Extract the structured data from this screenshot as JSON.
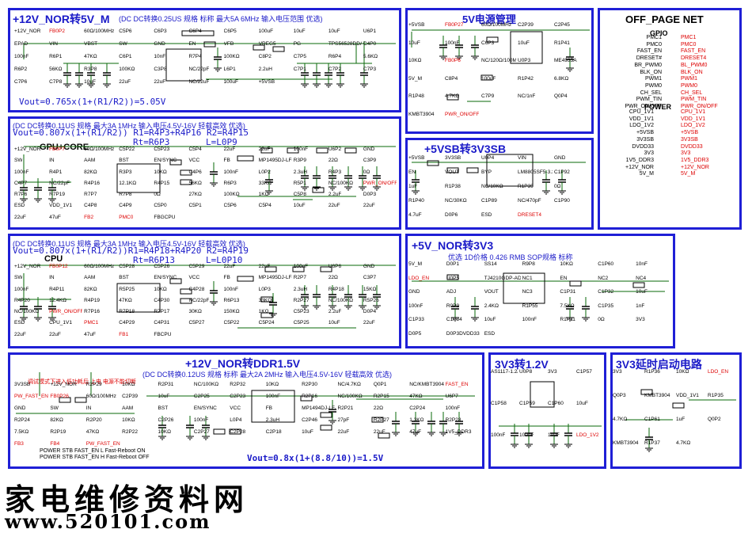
{
  "panel1": {
    "title": "+12V_NOR转5V_M",
    "subtitle": "(DC DC转换0.25US 规格 标称 最大5A 6MHz 输入电压范围 优选)",
    "formula": "Vout=0.765x(1+(R1/R2))=5.05V",
    "refs": [
      "+12V_NOR",
      "FB0P2",
      "60Ω/100MHz",
      "C5P6",
      "C6P3",
      "C6P4",
      "C6P5",
      "100uF",
      "10uF",
      "10uF",
      "U6P1",
      "EPAD",
      "VIN",
      "VBST",
      "SW",
      "GND",
      "EN",
      "VFB",
      "VREG5",
      "PG",
      "TPS56528DDAR",
      "C4P0",
      "100nF",
      "R6P1",
      "47KΩ",
      "C6P1",
      "10nF",
      "R7P4",
      "100KΩ",
      "C8P2",
      "C7P5",
      "R6P4",
      "5.6KΩ",
      "R6P2",
      "56KΩ",
      "R3P8",
      "100KΩ",
      "C3P8",
      "NC/22pF",
      "L6P1",
      "2.2uH",
      "C7P1",
      "C7P2",
      "C7P3",
      "C7P6",
      "C7P8",
      "10uF",
      "22uF",
      "22uF",
      "NC/22uF",
      "100uF",
      "+5VSB"
    ]
  },
  "panel2": {
    "subtitle": "(DC DC转换0.11US 规格 最大3A 1MHz 输入电压4.5V-16V 轻载高效 优选)",
    "formula1": "Vout=0.807x(1+(R1/R2)) R1=R4P3+R4P16 R2=R4P15",
    "formula2": "Rt=R6P3",
    "formula3": "L=L0P9",
    "label": "GPU+CORE",
    "refs": [
      "+12V_NOR",
      "FB0P7",
      "60Ω/100MHz",
      "C5P22",
      "C5P23",
      "C5P4",
      "22uF",
      "22uF",
      "100nF",
      "U6P2",
      "GND",
      "SW",
      "IN",
      "AAM",
      "BST",
      "EN/SYNC",
      "VCC",
      "FB",
      "MP1495DJ-LF-Z",
      "R3P9",
      "22Ω",
      "C3P9",
      "100nF",
      "R4P1",
      "82KΩ",
      "R3P3",
      "10KΩ",
      "C4P6",
      "100nF",
      "L0P2",
      "2.3uH",
      "R4P3",
      "0Ω",
      "C4P7",
      "NC/22pF",
      "R4P16",
      "12.1KΩ",
      "R4P15",
      "56KΩ",
      "R6P3",
      "33KΩ",
      "R5P1",
      "NC/100KΩ",
      "PWR_ON/OFF",
      "R7P6",
      "R7P19",
      "R7P7",
      "R7P8",
      "0Ω",
      "27KΩ",
      "100KΩ",
      "1KΩ",
      "C5P8",
      "2.2uF",
      "D0P3",
      "ESD",
      "VDD_1V1",
      "C4P8",
      "C4P9",
      "C5P0",
      "C5P1",
      "C5P6",
      "C5P4",
      "10uF",
      "22uF",
      "22uF",
      "22uF",
      "47uF",
      "FB2",
      "PMC0",
      "FBGCPU"
    ]
  },
  "panel3": {
    "subtitle": "(DC DC转换0.11US 规格 最大3A 1MHz 输入电压4.5V-16V 轻载高效 优选)",
    "formula1": "Vout=0.807x(1+(R1/R2))R1=R4P18+R4P20 R2=R4P19",
    "formula2": "Rt=R6P13",
    "formula3": "L=L0P10",
    "label": "CPU",
    "refs": [
      "+12V_NOR",
      "FB0P12",
      "60Ω/100MHz",
      "C5P28",
      "C5P26",
      "C5P29",
      "22uF",
      "22uF",
      "100nF",
      "U6P6",
      "GND",
      "SW",
      "IN",
      "AAM",
      "BST",
      "EN/SYNC",
      "VCC",
      "FB",
      "MP1495DJ-LF-Z",
      "R2P7",
      "22Ω",
      "C3P7",
      "100nF",
      "R4P11",
      "82KΩ",
      "R5P25",
      "10KΩ",
      "C4P28",
      "100nF",
      "L0P3",
      "2.3uH",
      "R4P18",
      "15KΩ",
      "R4P20",
      "12.4KΩ",
      "R4P19",
      "47KΩ",
      "C4P30",
      "NC/22pF",
      "R6P13",
      "33KΩ",
      "R2P27",
      "NC/100KΩ",
      "R5P26",
      "NC/100KΩ",
      "PWR_ON/OFF",
      "R7P16",
      "R7P18",
      "R7P17",
      "30KΩ",
      "150KΩ",
      "1KΩ",
      "C5P23",
      "2.2uF",
      "D0P4",
      "ESD",
      "CPU_1V1",
      "PMC1",
      "C4P29",
      "C4P31",
      "C5P27",
      "C5P22",
      "C5P24",
      "C5P25",
      "10uF",
      "22uF",
      "22uF",
      "22uF",
      "47uF",
      "FB1",
      "FBCPU"
    ]
  },
  "panel4": {
    "title": "+12V_NOR转DDR1.5V",
    "subtitle": "(DC DC转换0.12US 规格 标称 最大2A 2MHz 输入电压4.5V-16V 轻载高效 优选)",
    "formula": "Vout=0.8x(1+(8.8/10))=1.5V",
    "note1": "调试模式下进入低功耗后 上电 电源不能切断",
    "note2": "POWER STB FAST_EN L Fast-Reboot ON",
    "note3": "POWER STB FAST_EN H Fast-Reboot OFF",
    "refs": [
      "3V3SB",
      "+12V_NOR",
      "R2P29",
      "10KΩ",
      "R2P31",
      "NC/100KΩ",
      "R2P32",
      "10KΩ",
      "R2P30",
      "NC/4.7KΩ",
      "Q0P1",
      "NC/KMBT3904",
      "FAST_EN",
      "PW_FAST_EN",
      "FB0P26",
      "60Ω/100MHz",
      "C2P39",
      "10uF",
      "C2P25",
      "C2P23",
      "100nF",
      "R2P16",
      "NC/100KΩ",
      "R2P15",
      "47KΩ",
      "U6P7",
      "GND",
      "SW",
      "IN",
      "AAM",
      "BST",
      "EN/SYNC",
      "VCC",
      "FB",
      "MP1494DJ-LF-Z",
      "R2P21",
      "22Ω",
      "C2P24",
      "100nF",
      "R2P24",
      "82KΩ",
      "R2P20",
      "10KΩ",
      "C2P26",
      "100nF",
      "L0P4",
      "2.3uH",
      "C2P46",
      "27pF",
      "R2P27",
      "1.3KΩ",
      "R2P28",
      "7.5KΩ",
      "R2P19",
      "47KΩ",
      "R2P22",
      "10KΩ",
      "C2P27",
      "C2P28",
      "C2P18",
      "10uF",
      "22uF",
      "22uF",
      "47uF",
      "1V5_DDR3",
      "FB3",
      "FB4",
      "PW_FAST_EN"
    ]
  },
  "panel5": {
    "title": "5V电源管理",
    "refs": [
      "+5VSB",
      "FB0P27",
      "60Ω/100MHz",
      "C2P39",
      "C2P45",
      "10uF",
      "100nF",
      "C6P3",
      "10uF",
      "R1P41",
      "10KΩ",
      "FB0P6",
      "NC/120Ω/100MHz",
      "U0P3",
      "ME4935A",
      "5V_M",
      "C8P4",
      "100uF",
      "R1P42",
      "6.8KΩ",
      "R1P48",
      "4.7KΩ",
      "C7P9",
      "NC/1nF",
      "Q0P4",
      "KMBT3904",
      "PWR_ON/OFF"
    ]
  },
  "panel6": {
    "title": "+5VSB转3V3SB",
    "refs": [
      "+5VSB",
      "3V3SB",
      "U0P4",
      "VIN",
      "GND",
      "EN",
      "VOUT",
      "BYP",
      "LM8805SF5-3.3",
      "C1P92",
      "1uF",
      "R1P38",
      "NC/10KΩ",
      "R1P39",
      "0Ω",
      "R1P40",
      "NC/30KΩ",
      "C1P89",
      "NC/470pF",
      "C1P90",
      "4.7uF",
      "D0P6",
      "ESD",
      "DRESET4"
    ]
  },
  "panel7": {
    "title": "+5V_NOR转3V3",
    "subtitle": "优选 1D价格 0.426 RMB SOP规格 标称",
    "refs": [
      "5V_M",
      "D0P1",
      "SS14",
      "R9P8",
      "10KΩ",
      "C1P60",
      "10nF",
      "LDO_EN",
      "U0P5",
      "TJ4210GDP-ADJ",
      "NC1",
      "EN",
      "NC2",
      "NC4",
      "GND",
      "ADJ",
      "VOUT",
      "NC3",
      "C1P31",
      "C1P32",
      "10uF",
      "100nF",
      "R0P9",
      "2.4KΩ",
      "R1P55",
      "7.5KΩ",
      "C1P35",
      "1nF",
      "C1P33",
      "C1P34",
      "10uF",
      "100nF",
      "R1P11",
      "0Ω",
      "3V3",
      "D0P5",
      "D0P3DVDD33",
      "ESD"
    ]
  },
  "panel8": {
    "title": "3V3转1.2V",
    "refs": [
      "AS1117-1.2/TR+HF",
      "U0P8",
      "3V3",
      "C1P57",
      "C1P58",
      "C1P59",
      "C1P60",
      "10uF",
      "100nF",
      "100nF",
      "10uF",
      "LDO_1V2"
    ]
  },
  "panel9": {
    "title": "3V3延时启动电路",
    "refs": [
      "3V3",
      "R1P36",
      "10KΩ",
      "LDO_EN",
      "Q0P3",
      "KMBT3904",
      "VDD_1V1",
      "R1P35",
      "4.7KΩ",
      "C1P61",
      "1uF",
      "Q0P2",
      "KMBT3904",
      "R1P37",
      "4.7KΩ"
    ]
  },
  "offpage": {
    "title": "OFF_PAGE NET",
    "gpio": "GPIO",
    "power": "POWER",
    "gpio_nets": [
      "PMC1",
      "PMC0",
      "FAST_EN",
      "DRESET4",
      "BL_PWM0",
      "BLK_ON",
      "PWM1",
      "PWM0",
      "CH_SEL",
      "PWM_TIN",
      "PWR_ON/OFF"
    ],
    "gpio_labels": [
      "PMC1",
      "PMC0",
      "FAST_EN",
      "DRESET#",
      "BR_PWM0",
      "BLK_ON",
      "PWM1",
      "PWM0",
      "CH_SEL",
      "PWM_TIN",
      "PWR_ON/OFF"
    ],
    "power_labels": [
      "CPU_1V1",
      "VDD_1V1",
      "LDO_1V2",
      "+5VSB",
      "3V3SB",
      "DVDD33",
      "3V3",
      "1V5_DDR3",
      "+12V_NOR",
      "5V_M"
    ],
    "power_nets": [
      "CPU_1V1",
      "VDD_1V1",
      "LDO_1V2",
      "+5VSB",
      "3V3SB",
      "DVDD33",
      "3V3",
      "1V5_DDR3",
      "+12V_NOR",
      "5V_M"
    ]
  },
  "watermark": {
    "text": "家电维修资料网",
    "url": "www.520101.com"
  }
}
